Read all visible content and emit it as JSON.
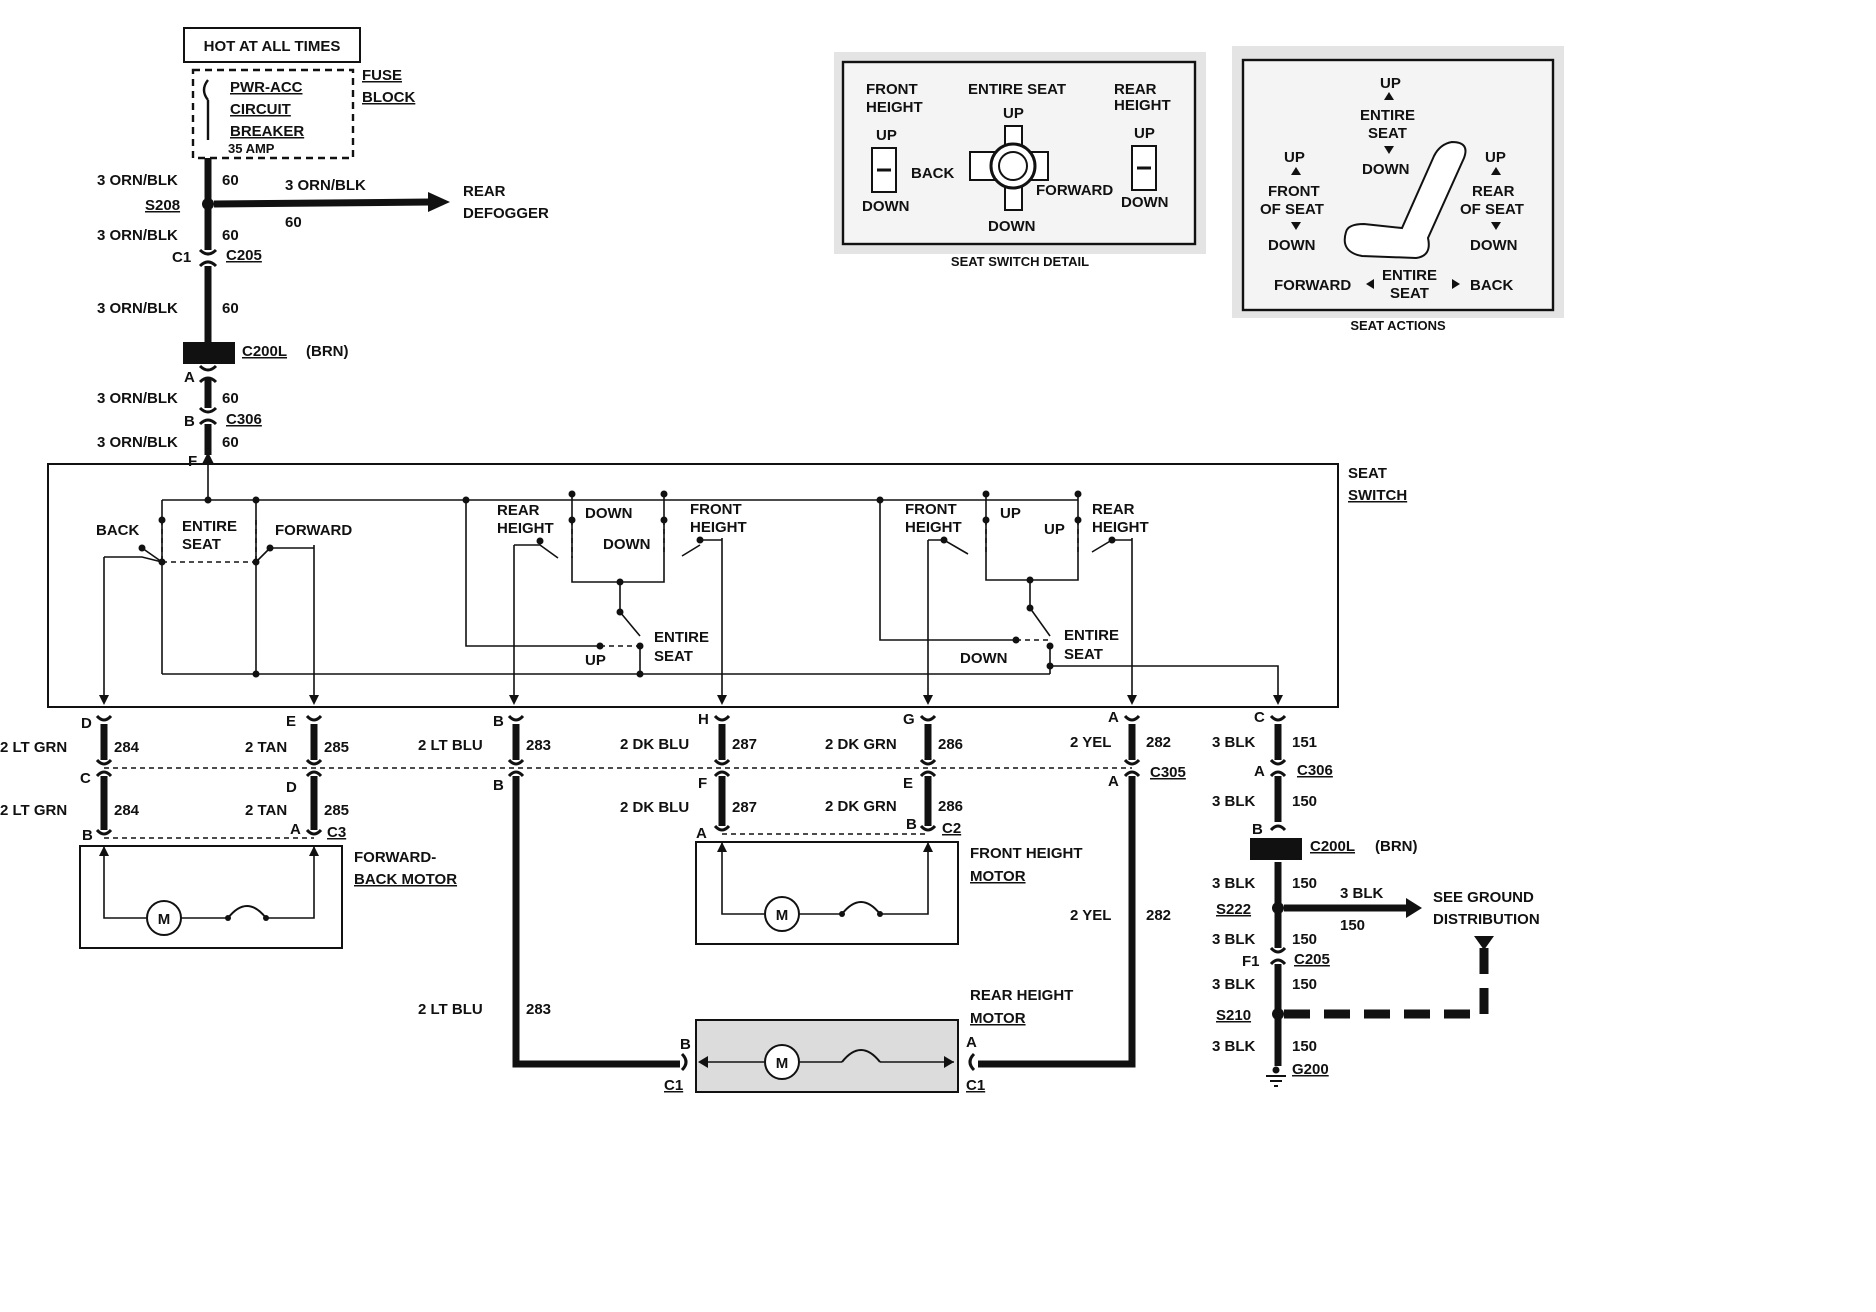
{
  "power": {
    "hot_label": "HOT AT ALL TIMES",
    "breaker_line1": "PWR-ACC",
    "breaker_line2": "CIRCUIT",
    "breaker_line3": "BREAKER",
    "breaker_amp": "35 AMP",
    "fuse_line1": "FUSE",
    "fuse_line2": "BLOCK",
    "wire_color": "3 ORN/BLK",
    "circuit": "60",
    "splice": "S208",
    "defogger_line1": "REAR",
    "defogger_line2": "DEFOGGER",
    "c1": "C1",
    "c205": "C205",
    "c200l": "C200L",
    "brn": "(BRN)",
    "pin_a": "A",
    "pin_b": "B",
    "c306": "C306",
    "pin_f": "F"
  },
  "seat_switch": {
    "title_line1": "SEAT",
    "title_line2": "SWITCH",
    "back": "BACK",
    "entire": "ENTIRE",
    "seat": "SEAT",
    "forward": "FORWARD",
    "rear": "REAR",
    "front": "FRONT",
    "height": "HEIGHT",
    "down": "DOWN",
    "up": "UP"
  },
  "detail": {
    "front_height_1": "FRONT",
    "front_height_2": "HEIGHT",
    "entire_seat": "ENTIRE SEAT",
    "rear_height_1": "REAR",
    "rear_height_2": "HEIGHT",
    "up": "UP",
    "down": "DOWN",
    "back": "BACK",
    "forward": "FORWARD",
    "caption": "SEAT SWITCH DETAIL"
  },
  "actions": {
    "up": "UP",
    "entire": "ENTIRE",
    "seat": "SEAT",
    "down": "DOWN",
    "front": "FRONT",
    "of_seat": "OF SEAT",
    "rear": "REAR",
    "forward": "FORWARD",
    "back": "BACK",
    "caption": "SEAT ACTIONS"
  },
  "wires": {
    "ltgrn": "2 LT GRN",
    "c284": "284",
    "tan": "2 TAN",
    "c285": "285",
    "ltblu": "2 LT BLU",
    "c283": "283",
    "dkblu": "2 DK BLU",
    "c287": "287",
    "dkgrn": "2 DK GRN",
    "c286": "286",
    "yel": "2 YEL",
    "c282": "282",
    "blk": "3 BLK",
    "c151": "151",
    "c150": "150"
  },
  "pins": {
    "a": "A",
    "b": "B",
    "c": "C",
    "d": "D",
    "e": "E",
    "f": "F",
    "g": "G",
    "h": "H",
    "f1": "F1",
    "c1": "C1"
  },
  "connectors": {
    "c305": "C305",
    "c306": "C306",
    "c3": "C3",
    "c2": "C2",
    "c200l": "C200L",
    "brn": "(BRN)",
    "c205": "C205",
    "c1": "C1"
  },
  "motors": {
    "fb_line1": "FORWARD-",
    "fb_line2": "BACK MOTOR",
    "fh_line1": "FRONT HEIGHT",
    "fh_line2": "MOTOR",
    "rh_line1": "REAR HEIGHT",
    "rh_line2": "MOTOR",
    "m": "M"
  },
  "ground": {
    "s222": "S222",
    "s210": "S210",
    "g200": "G200",
    "see_line1": "SEE GROUND",
    "see_line2": "DISTRIBUTION"
  }
}
